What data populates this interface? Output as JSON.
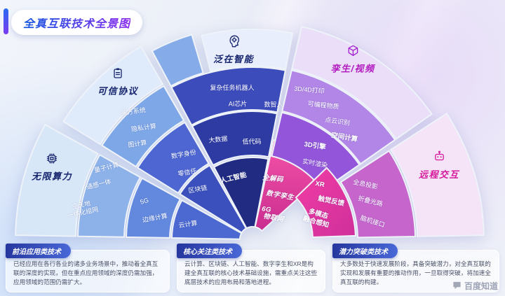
{
  "title": "全真互联技术全景图",
  "watermark": "百度知道",
  "colors": {
    "accent_blue": "#1557e0",
    "accent_purple": "#8a2cf0",
    "navy_header": "#16246e",
    "magenta_header": "#d6189b",
    "core_pink": "#e8359f"
  },
  "fan": {
    "sectors": [
      {
        "label": "无限算力",
        "icon": "chip-icon",
        "items": [
          "量子计算",
          "通感一体",
          "空天地\n一体化组网",
          "5G",
          "边缘计算",
          "云计算"
        ]
      },
      {
        "label": "可信协议",
        "icon": "clipboard-icon",
        "items": [
          "多方系统",
          "隐私计算",
          "图计算",
          "数字身份",
          "零信任",
          "区块链"
        ]
      },
      {
        "label": "泛在智能",
        "icon": "head-icon",
        "items": [
          "复杂任务机器人",
          "AI芯片",
          "数智人",
          "大数据",
          "低代码",
          "人工智能"
        ]
      },
      {
        "label": "孪生/视频",
        "icon": "cube-icon",
        "items": [
          "3D/4D打印",
          "可编程物质",
          "点云识别",
          "空间计算",
          "3D引擎",
          "实时渲染"
        ]
      },
      {
        "label": "远程交互",
        "icon": "robot-icon",
        "items": [
          "全息投影",
          "折叠光路",
          "脑机接口"
        ]
      }
    ],
    "core_items": [
      "全解码",
      "数字孪生",
      "6G",
      "物联网",
      "XR",
      "触觉反馈",
      "多模态\n融合感知"
    ]
  },
  "panels": [
    {
      "title": "前沿应用类技术",
      "body": "已经应用在各行各业的诸多业务场景中，推动着全真互联的深度的实现，但在重点应用领域的深度仍需加强，应用领域的范围仍需扩大。"
    },
    {
      "title": "核心关注类技术",
      "body": "云计算、区块链、人工智能、数字孪生和XR是构建全真互联的核心技术基础设施，需重点关注这些底层技术的应用布局和落地进程。"
    },
    {
      "title": "潜力突破类技术",
      "body": "大多数处于快速发展阶段，具备突破潜力，对全真互联的实现和发展有重要的推动作用，一旦取得突破，将加速全真互联的构建。"
    }
  ]
}
